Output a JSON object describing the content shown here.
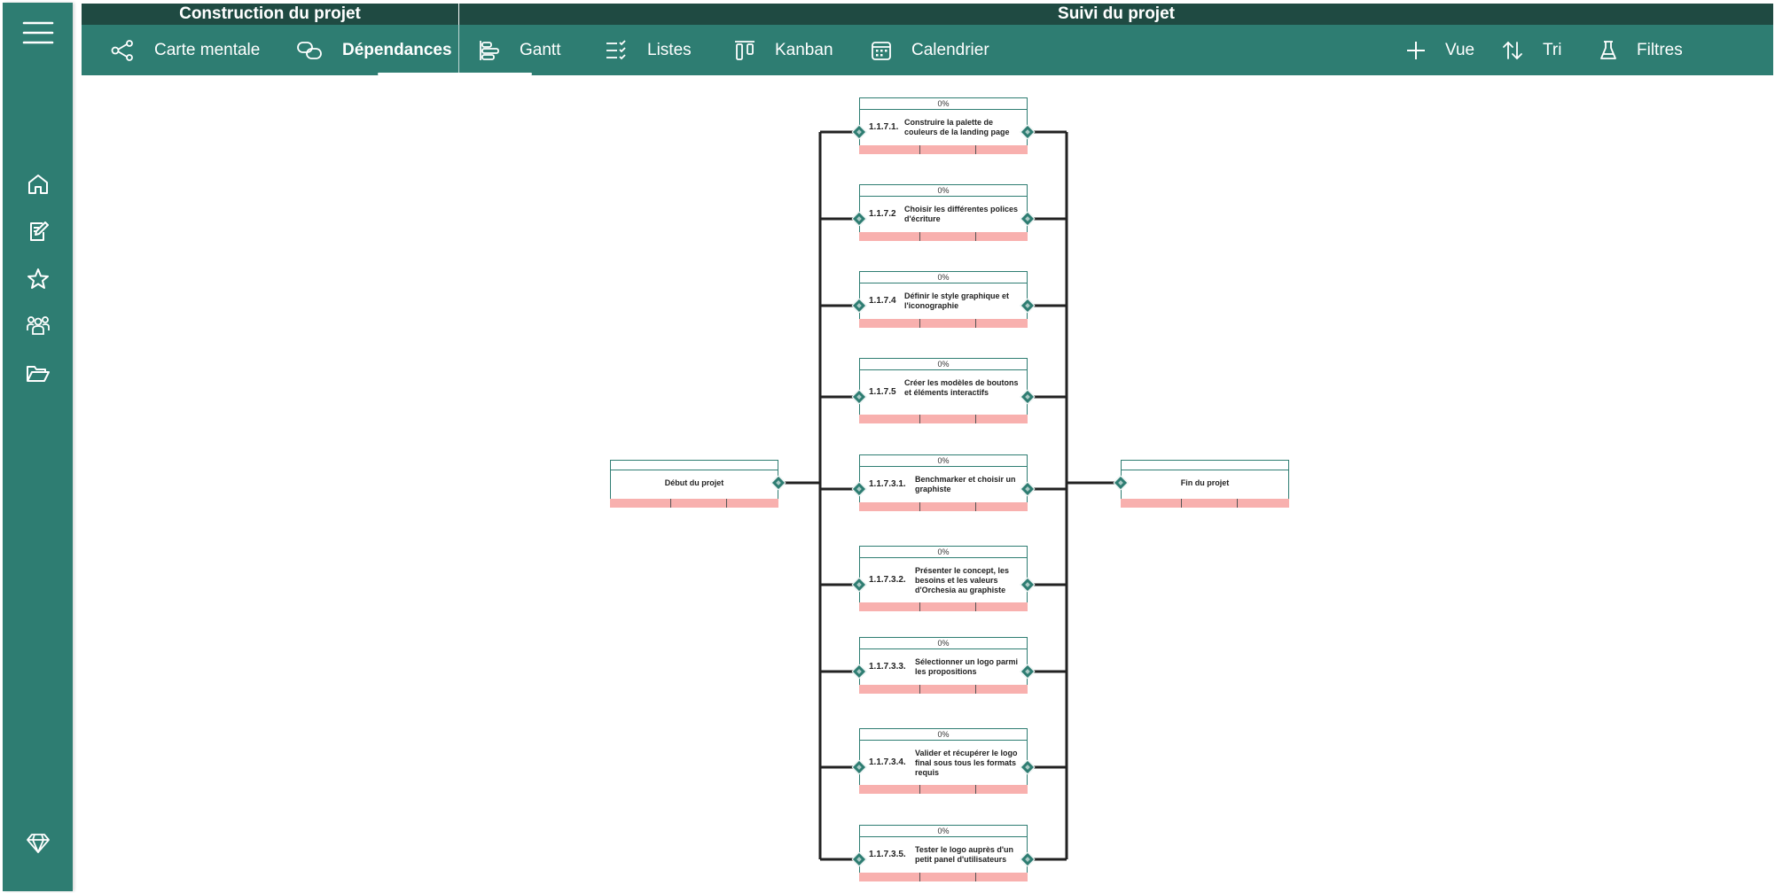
{
  "sidebar": {
    "menu_icon": "hamburger-menu-icon",
    "items": [
      {
        "icon": "home-icon"
      },
      {
        "icon": "edit-document-icon"
      },
      {
        "icon": "star-icon"
      },
      {
        "icon": "team-icon"
      },
      {
        "icon": "folder-open-icon"
      }
    ],
    "bottom_icon": "diamond-icon"
  },
  "toolbar": {
    "group_left_title": "Construction du projet",
    "group_right_title": "Suivi du projet",
    "tabs": [
      {
        "label": "Carte mentale",
        "icon": "mind-map-icon",
        "active": false
      },
      {
        "label": "Dépendances",
        "icon": "link-icon",
        "active": true
      },
      {
        "label": "Gantt",
        "icon": "gantt-icon",
        "active": false
      },
      {
        "label": "Listes",
        "icon": "checklist-icon",
        "active": false
      },
      {
        "label": "Kanban",
        "icon": "kanban-icon",
        "active": false
      },
      {
        "label": "Calendrier",
        "icon": "calendar-icon",
        "active": false
      }
    ],
    "actions": [
      {
        "label": "Vue",
        "icon": "plus-icon"
      },
      {
        "label": "Tri",
        "icon": "sort-icon"
      },
      {
        "label": "Filtres",
        "icon": "filter-flask-icon"
      }
    ]
  },
  "diagram": {
    "start": {
      "label": "Début du projet"
    },
    "end": {
      "label": "Fin du projet"
    },
    "tasks": [
      {
        "code": "1.1.7.1.",
        "label": "Construire la palette de couleurs de la landing page",
        "progress": "0%"
      },
      {
        "code": "1.1.7.2",
        "label": "Choisir les différentes polices d'écriture",
        "progress": "0%"
      },
      {
        "code": "1.1.7.4",
        "label": "Définir le style graphique et l'iconographie",
        "progress": "0%"
      },
      {
        "code": "1.1.7.5",
        "label": "Créer les modèles de boutons et éléments interactifs",
        "progress": "0%"
      },
      {
        "code": "1.1.7.3.1.",
        "label": "Benchmarker et choisir un graphiste",
        "progress": "0%"
      },
      {
        "code": "1.1.7.3.2.",
        "label": "Présenter le concept, les besoins et les valeurs d'Orchesia au graphiste",
        "progress": "0%"
      },
      {
        "code": "1.1.7.3.3.",
        "label": "Sélectionner un logo parmi les propositions",
        "progress": "0%"
      },
      {
        "code": "1.1.7.3.4.",
        "label": "Valider et récupérer le logo final sous tous les formats requis",
        "progress": "0%"
      },
      {
        "code": "1.1.7.3.5.",
        "label": "Tester le logo auprès d'un petit panel d'utilisateurs",
        "progress": "0%"
      }
    ]
  },
  "colors": {
    "primary": "#2e7d72",
    "header_dark": "#1f4a42",
    "bar_pink": "#f8b0ae",
    "line": "#222222"
  }
}
